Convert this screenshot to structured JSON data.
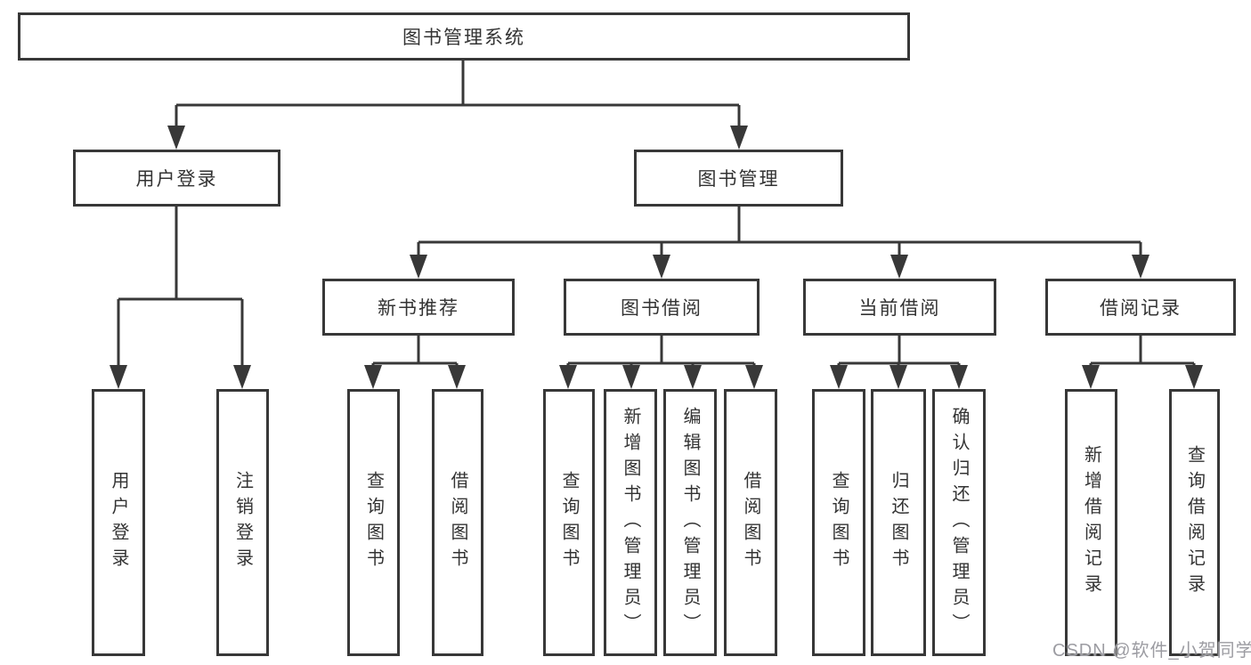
{
  "tree": {
    "root": "图书管理系统",
    "children": [
      {
        "label": "用户登录",
        "children": [
          "用户登录",
          "注销登录"
        ]
      },
      {
        "label": "图书管理",
        "children": [
          {
            "label": "新书推荐",
            "children": [
              "查询图书",
              "借阅图书"
            ]
          },
          {
            "label": "图书借阅",
            "children": [
              "查询图书",
              "新增图书（管理员）",
              "编辑图书（管理员）",
              "借阅图书"
            ]
          },
          {
            "label": "当前借阅",
            "children": [
              "查询图书",
              "归还图书",
              "确认归还（管理员）"
            ]
          },
          {
            "label": "借阅记录",
            "children": [
              "新增借阅记录",
              "查询借阅记录"
            ]
          }
        ]
      }
    ]
  },
  "watermark": "CSDN @软件_小贺同学",
  "colors": {
    "line": "#383838",
    "text": "#333333",
    "box_background": "#ffffff",
    "watermark": "#9c9ca2"
  }
}
